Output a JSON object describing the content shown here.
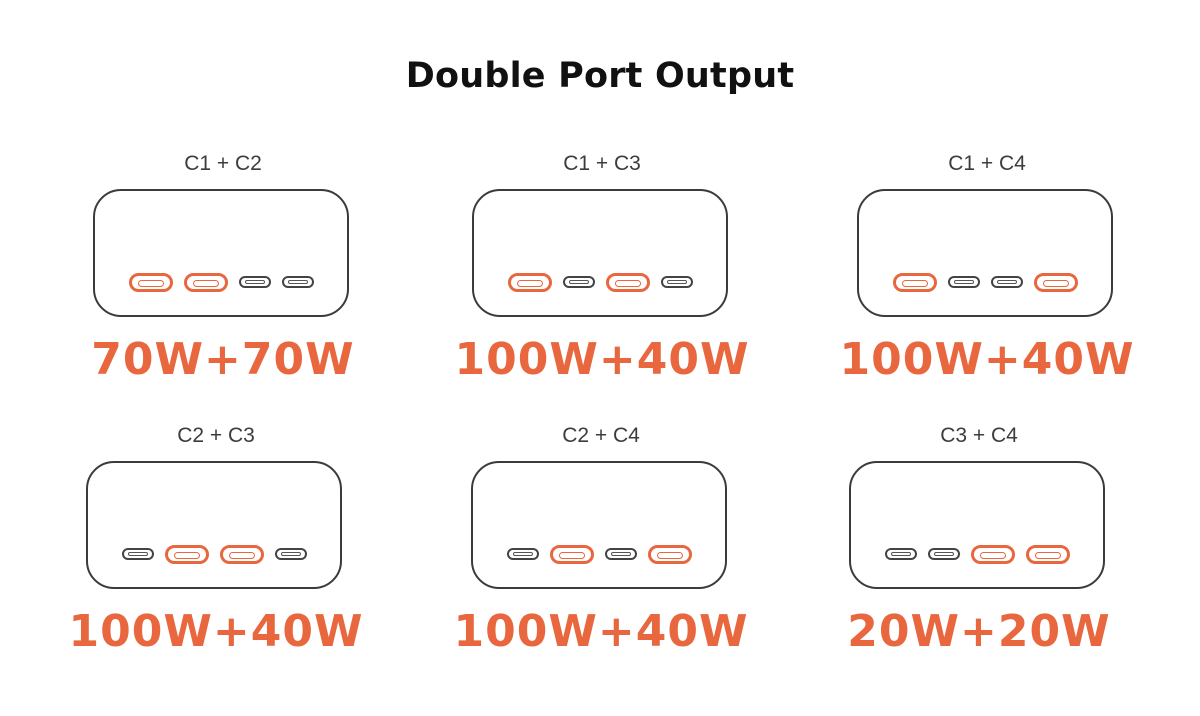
{
  "title": "Double Port Output",
  "colors": {
    "active_port": "#e8673f",
    "idle_port": "#444444",
    "outline": "#3b3b3b",
    "watts_text": "#e8673f"
  },
  "combos": [
    {
      "label": "C1 + C2",
      "watts": "70W+70W",
      "ports": [
        true,
        true,
        false,
        false
      ]
    },
    {
      "label": "C1 + C3",
      "watts": "100W+40W",
      "ports": [
        true,
        false,
        true,
        false
      ]
    },
    {
      "label": "C1 + C4",
      "watts": "100W+40W",
      "ports": [
        true,
        false,
        false,
        true
      ]
    },
    {
      "label": "C2 + C3",
      "watts": "100W+40W",
      "ports": [
        false,
        true,
        true,
        false
      ]
    },
    {
      "label": "C2 + C4",
      "watts": "100W+40W",
      "ports": [
        false,
        true,
        false,
        true
      ]
    },
    {
      "label": "C3 + C4",
      "watts": "20W+20W",
      "ports": [
        false,
        false,
        true,
        true
      ]
    }
  ]
}
